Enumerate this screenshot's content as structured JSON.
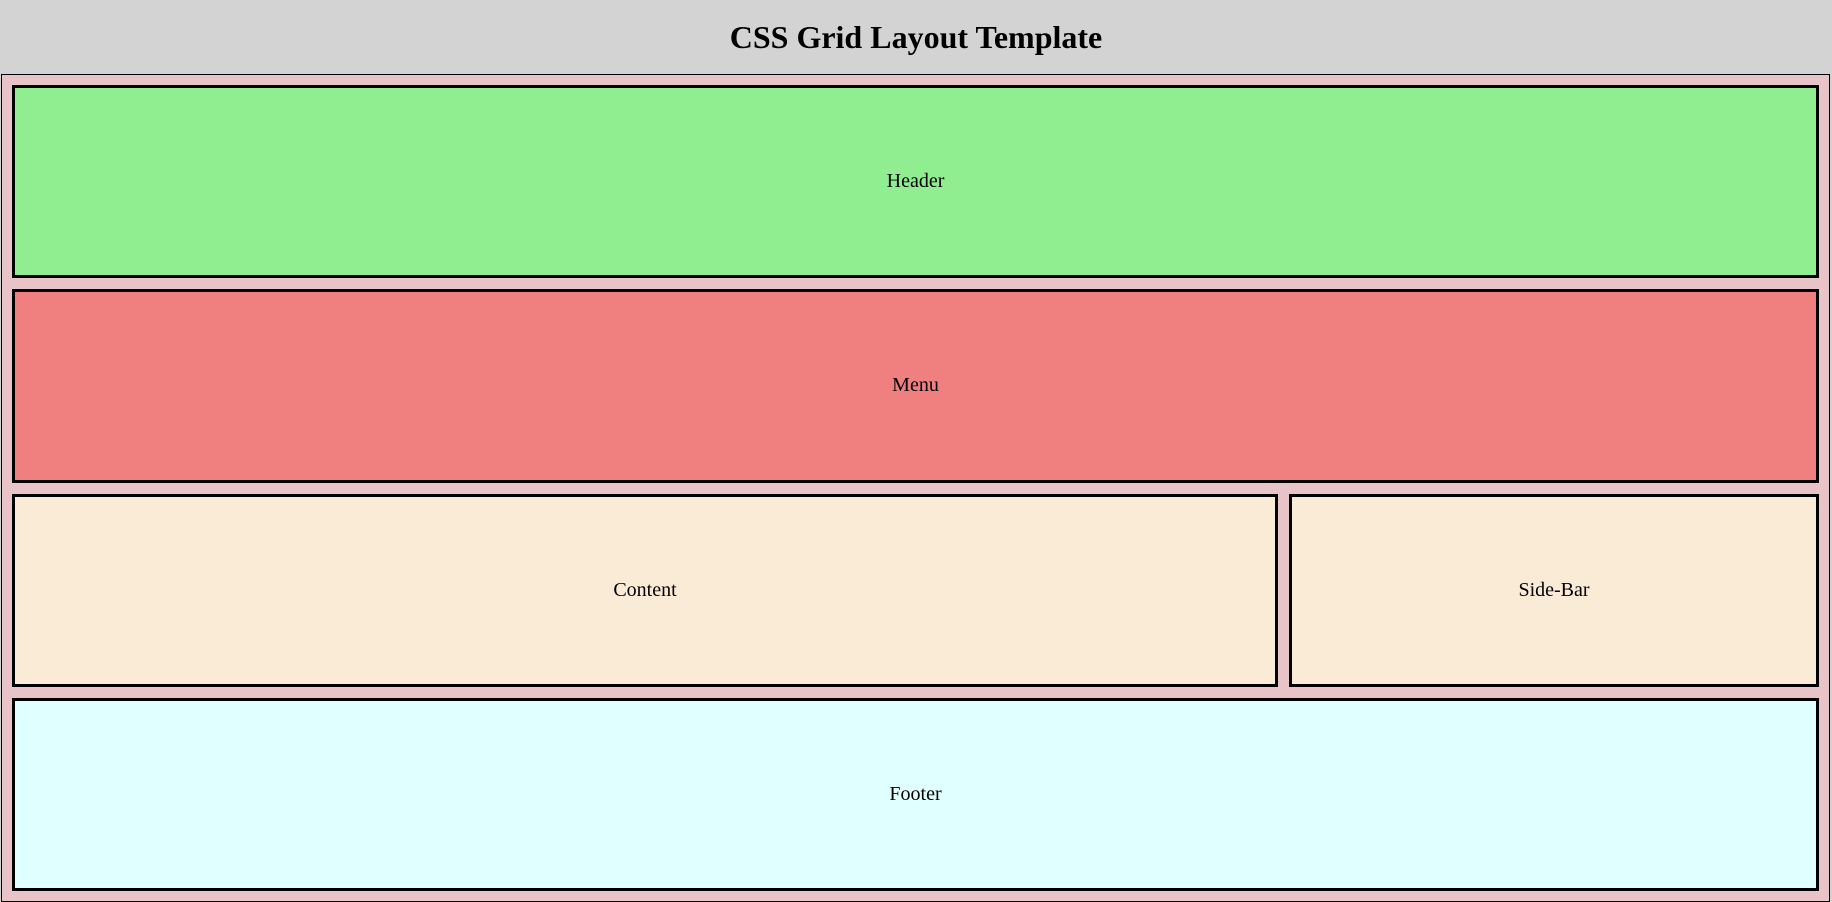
{
  "page": {
    "title": "CSS Grid Layout Template"
  },
  "grid": {
    "header": {
      "label": "Header",
      "color": "#90ee90"
    },
    "menu": {
      "label": "Menu",
      "color": "#f08080"
    },
    "content": {
      "label": "Content",
      "color": "#faebd7"
    },
    "sidebar": {
      "label": "Side-Bar",
      "color": "#faebd7"
    },
    "footer": {
      "label": "Footer",
      "color": "#e0ffff"
    }
  },
  "colors": {
    "page_background": "#d3d3d3",
    "grid_background": "#e8c4c8",
    "border": "#000000"
  }
}
